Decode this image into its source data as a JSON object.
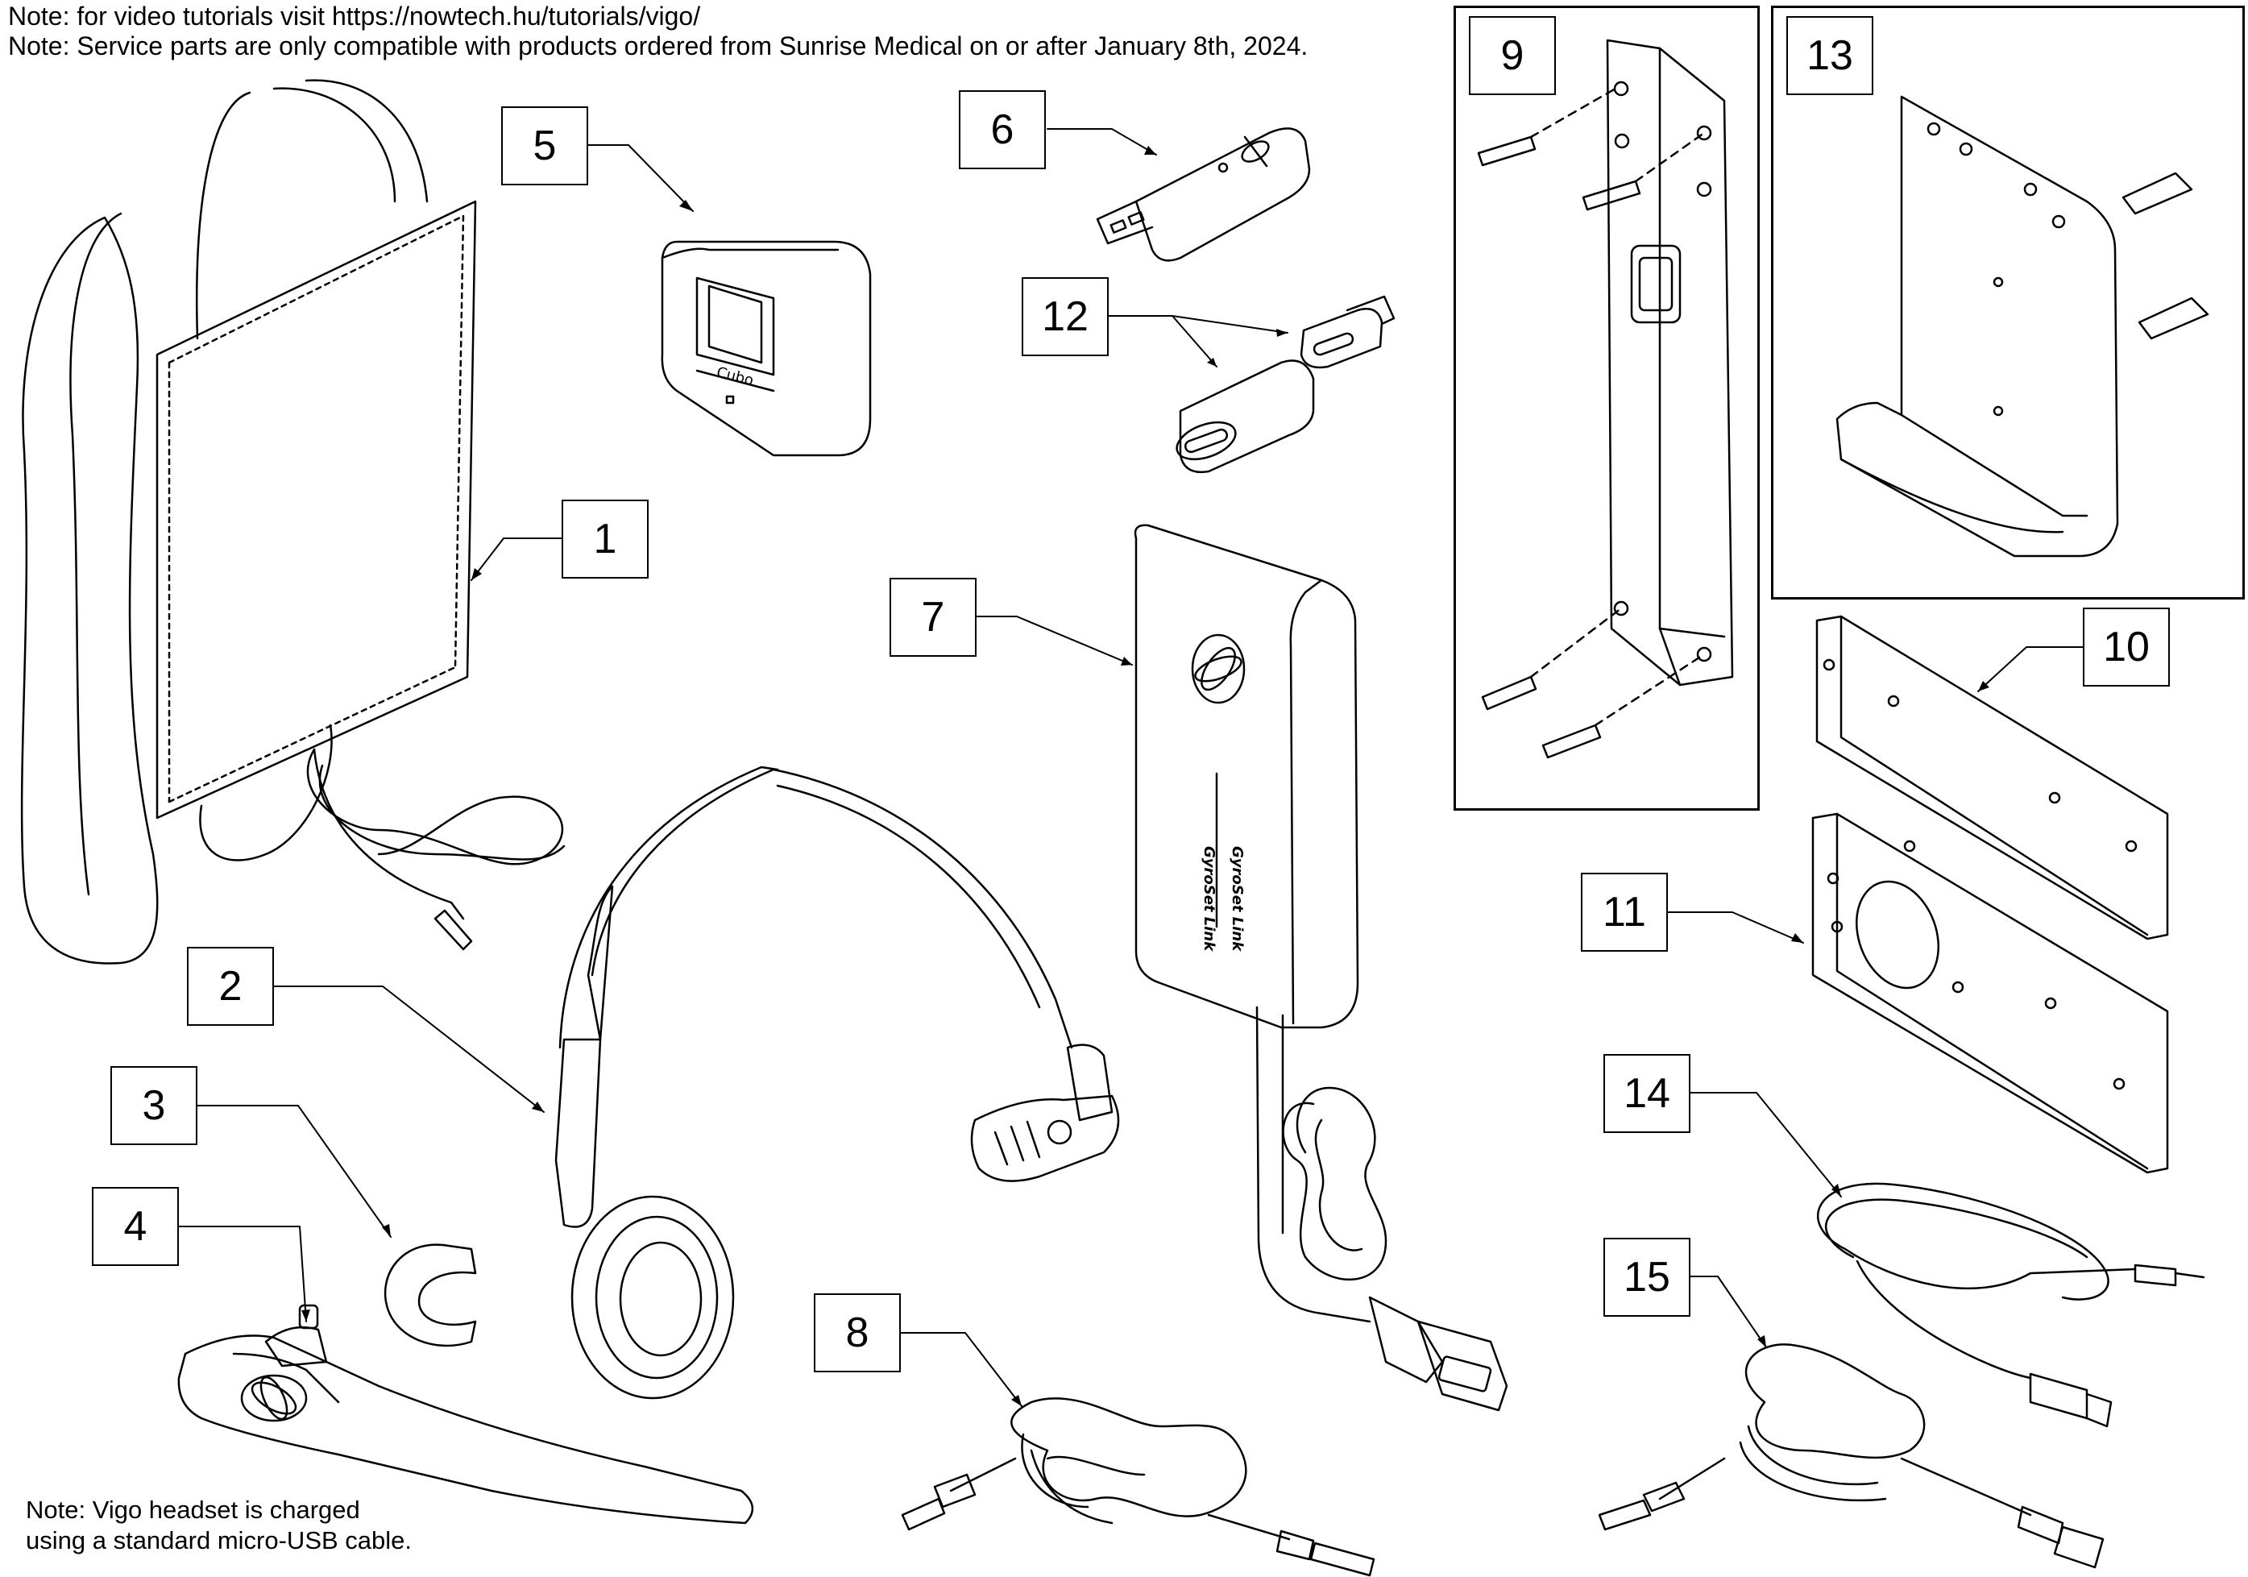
{
  "notes": {
    "tutorial": "Note: for video tutorials visit https://nowtech.hu/tutorials/vigo/",
    "compatibility": "Note: Service parts are only compatible with products ordered from Sunrise Medical on or after January 8th, 2024.",
    "charging_line1": "Note: Vigo headset is charged",
    "charging_line2": "using a standard micro-USB cable."
  },
  "callouts": {
    "c1": "1",
    "c2": "2",
    "c3": "3",
    "c4": "4",
    "c5": "5",
    "c6": "6",
    "c7": "7",
    "c8": "8",
    "c9": "9",
    "c10": "10",
    "c11": "11",
    "c12": "12",
    "c13": "13",
    "c14": "14",
    "c15": "15"
  },
  "device_labels": {
    "link_label": "GyroSet Link",
    "charger_label": "Cubo"
  }
}
